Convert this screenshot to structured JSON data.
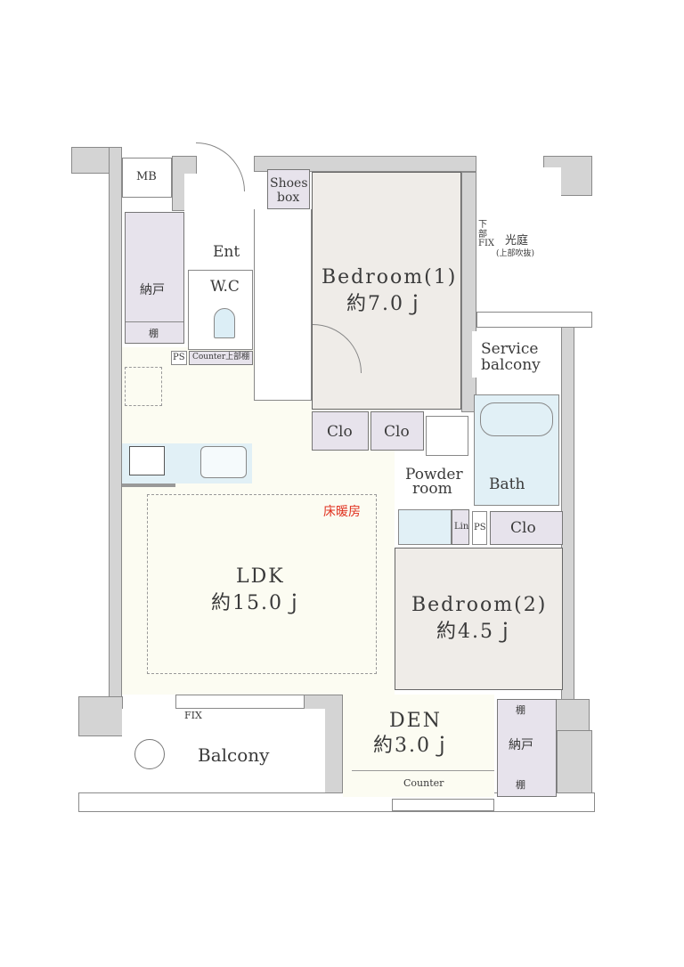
{
  "rooms": {
    "mb": "MB",
    "ent": "Ent",
    "storage_top": "納戸",
    "storage_top_shelf": "棚",
    "wc": "W.C",
    "ps_top": "PS",
    "wc_counter": "Counter上部棚",
    "shoes_box": [
      "Shoes",
      "box"
    ],
    "bedroom1": {
      "name": "Bedroom(1)",
      "size": "約7.0ｊ"
    },
    "light_court": {
      "name": "光庭",
      "note": "(上部吹抜)",
      "fix": "下部FIX"
    },
    "service_balcony": [
      "Service",
      "balcony"
    ],
    "clo1": "Clo",
    "clo2": "Clo",
    "powder_room": [
      "Powder",
      "room"
    ],
    "bath": "Bath",
    "lin": "Lin",
    "ps_mid": "PS",
    "clo3": "Clo",
    "floor_heating": "床暖房",
    "ldk": {
      "name": "LDK",
      "size": "約15.0ｊ"
    },
    "bedroom2": {
      "name": "Bedroom(2)",
      "size": "約4.5ｊ"
    },
    "fix": "FIX",
    "balcony": "Balcony",
    "den": {
      "name": "DEN",
      "size": "約3.0ｊ"
    },
    "den_counter": "Counter",
    "storage_bottom": "納戸",
    "storage_bottom_shelf_top": "棚",
    "storage_bottom_shelf_bottom": "棚"
  },
  "colors": {
    "floor_heating": "#e0301e",
    "wall": "#d4d4d4",
    "storage": "#e7e3ec",
    "wet": "#e1f0f6"
  }
}
